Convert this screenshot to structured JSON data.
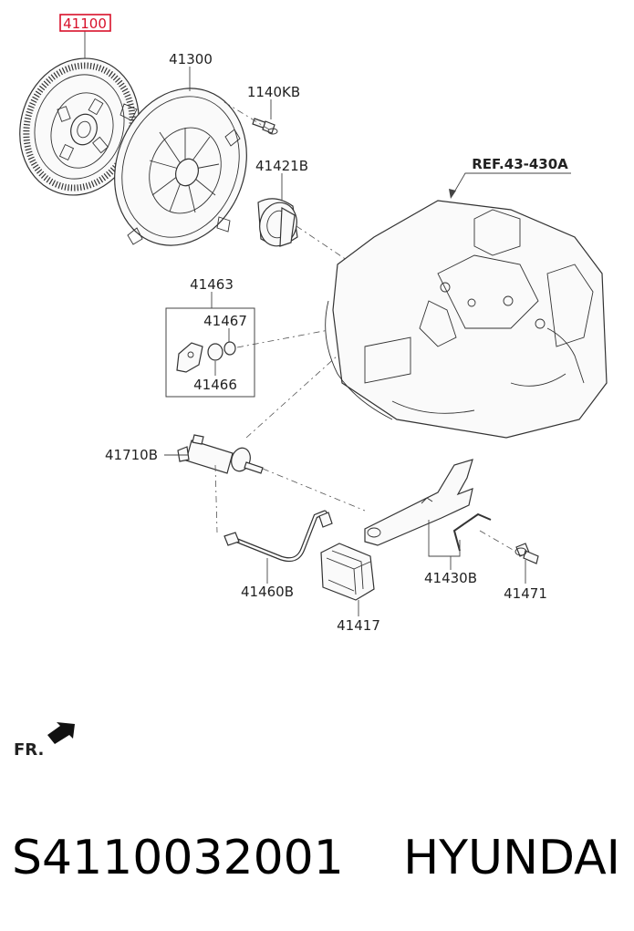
{
  "parts": {
    "clutch_disc": "41100",
    "pressure_plate": "41300",
    "bolt": "1140KB",
    "release_bearing": "41421B",
    "bracket_assembly": "41463",
    "bracket_clip": "41467",
    "bracket_bushing": "41466",
    "release_cylinder": "41710B",
    "hydraulic_hose": "41460B",
    "dust_boot": "41417",
    "release_fork": "41430B",
    "pivot_bolt": "41471"
  },
  "reference": "REF.43-430A",
  "direction": "FR.",
  "footer": {
    "part_number": "S4110032001",
    "brand": "HYUNDAI"
  },
  "colors": {
    "highlight": "#d8102a",
    "line": "#333333"
  }
}
